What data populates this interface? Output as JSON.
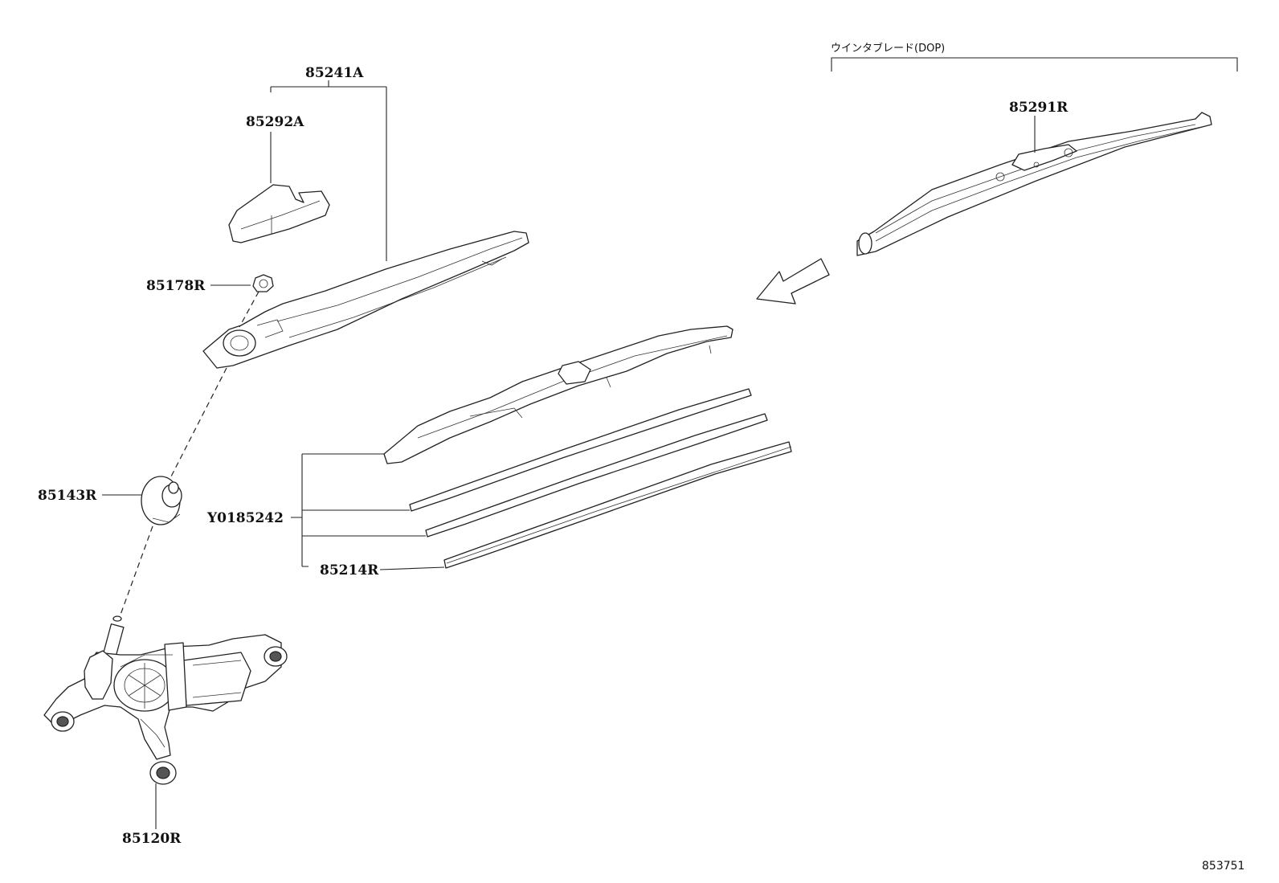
{
  "parts": {
    "arm_assembly": "85241A",
    "arm_cover": "85292A",
    "arm_nut": "85178R",
    "pivot_seal": "85143R",
    "rear_motor": "85120R",
    "blade_assembly": "Y0185242",
    "blade_rubber": "85214R",
    "dop_blade": "85291R"
  },
  "group": {
    "dop_label": "ウインタブレード(DOP)"
  },
  "diagram_ref": "853751"
}
